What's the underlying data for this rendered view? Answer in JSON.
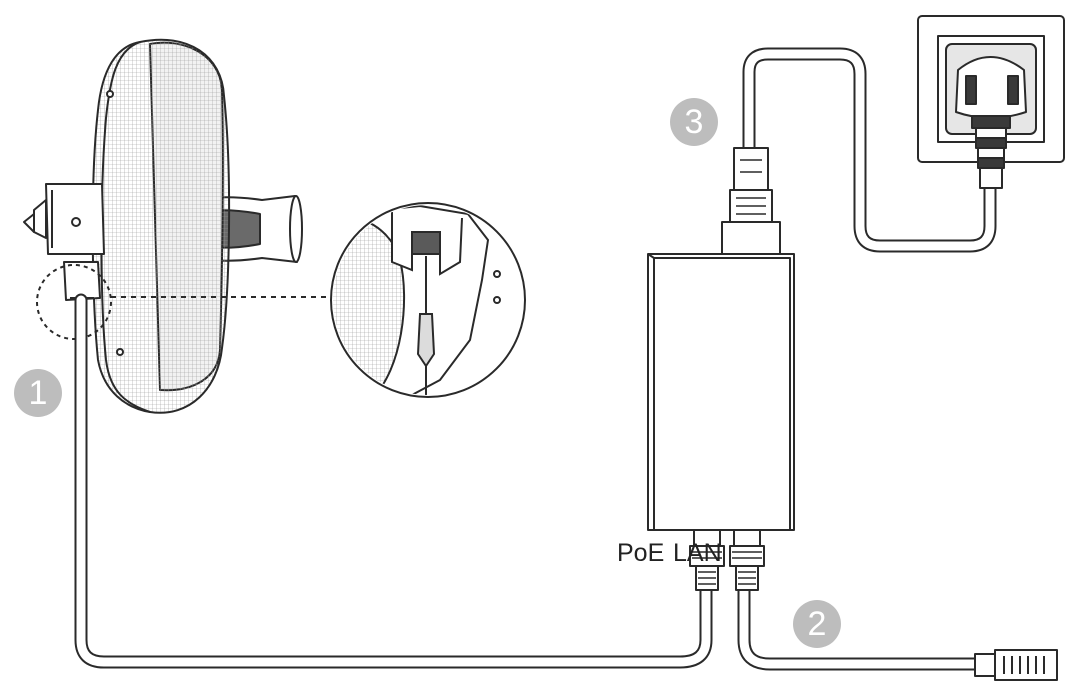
{
  "steps": {
    "step1": "1",
    "step2": "2",
    "step3": "3"
  },
  "ports": {
    "poe": "PoE",
    "lan": "LAN"
  },
  "colors": {
    "line": "#2a2a2a",
    "badge": "#bdbdbd",
    "background": "#ffffff"
  }
}
